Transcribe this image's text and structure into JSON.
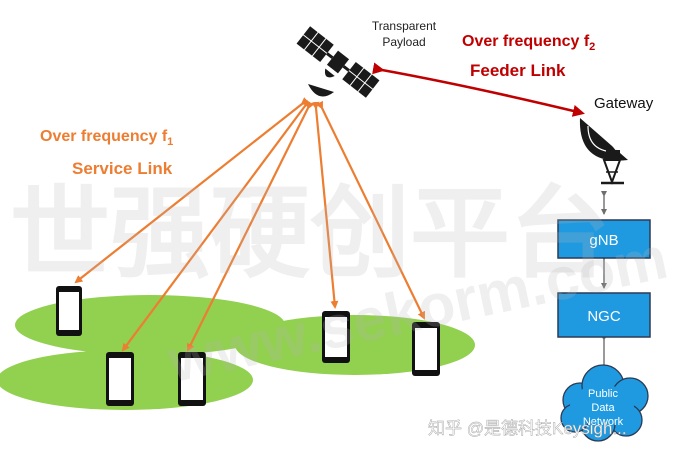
{
  "diagram": {
    "satellite_label_line1": "Transparent",
    "satellite_label_line2": "Payload",
    "service_link": {
      "line1": "Over frequency f",
      "sub": "1",
      "line2": "Service Link"
    },
    "feeder_link": {
      "line1": "Over frequency f",
      "sub": "2",
      "line2": "Feeder Link"
    },
    "gateway_label": "Gateway",
    "gnb_label": "gNB",
    "ngc_label": "NGC",
    "cloud_line1": "Public",
    "cloud_line2": "Data",
    "cloud_line3": "Network"
  },
  "watermark": {
    "large": "世强硬创平台",
    "url": "www.sekorm.com",
    "caption": "知乎 @是德科技Keysigh..."
  },
  "colors": {
    "service_orange": "#ed7d31",
    "feeder_red": "#c00000",
    "box_blue": "#1f9ae0",
    "ellipse_green": "#92d050",
    "watermark_gray": "#b4b4b4"
  }
}
